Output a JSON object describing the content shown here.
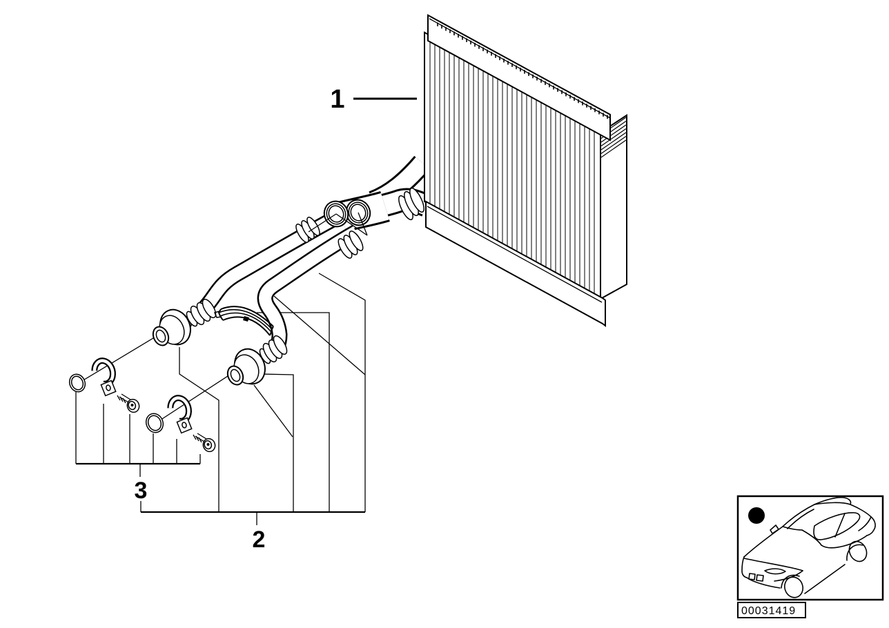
{
  "colors": {
    "background": "#ffffff",
    "line": "#000000"
  },
  "callouts": {
    "item1": "1",
    "item2": "2",
    "item3": "3"
  },
  "footer": {
    "image_code": "00031419"
  }
}
